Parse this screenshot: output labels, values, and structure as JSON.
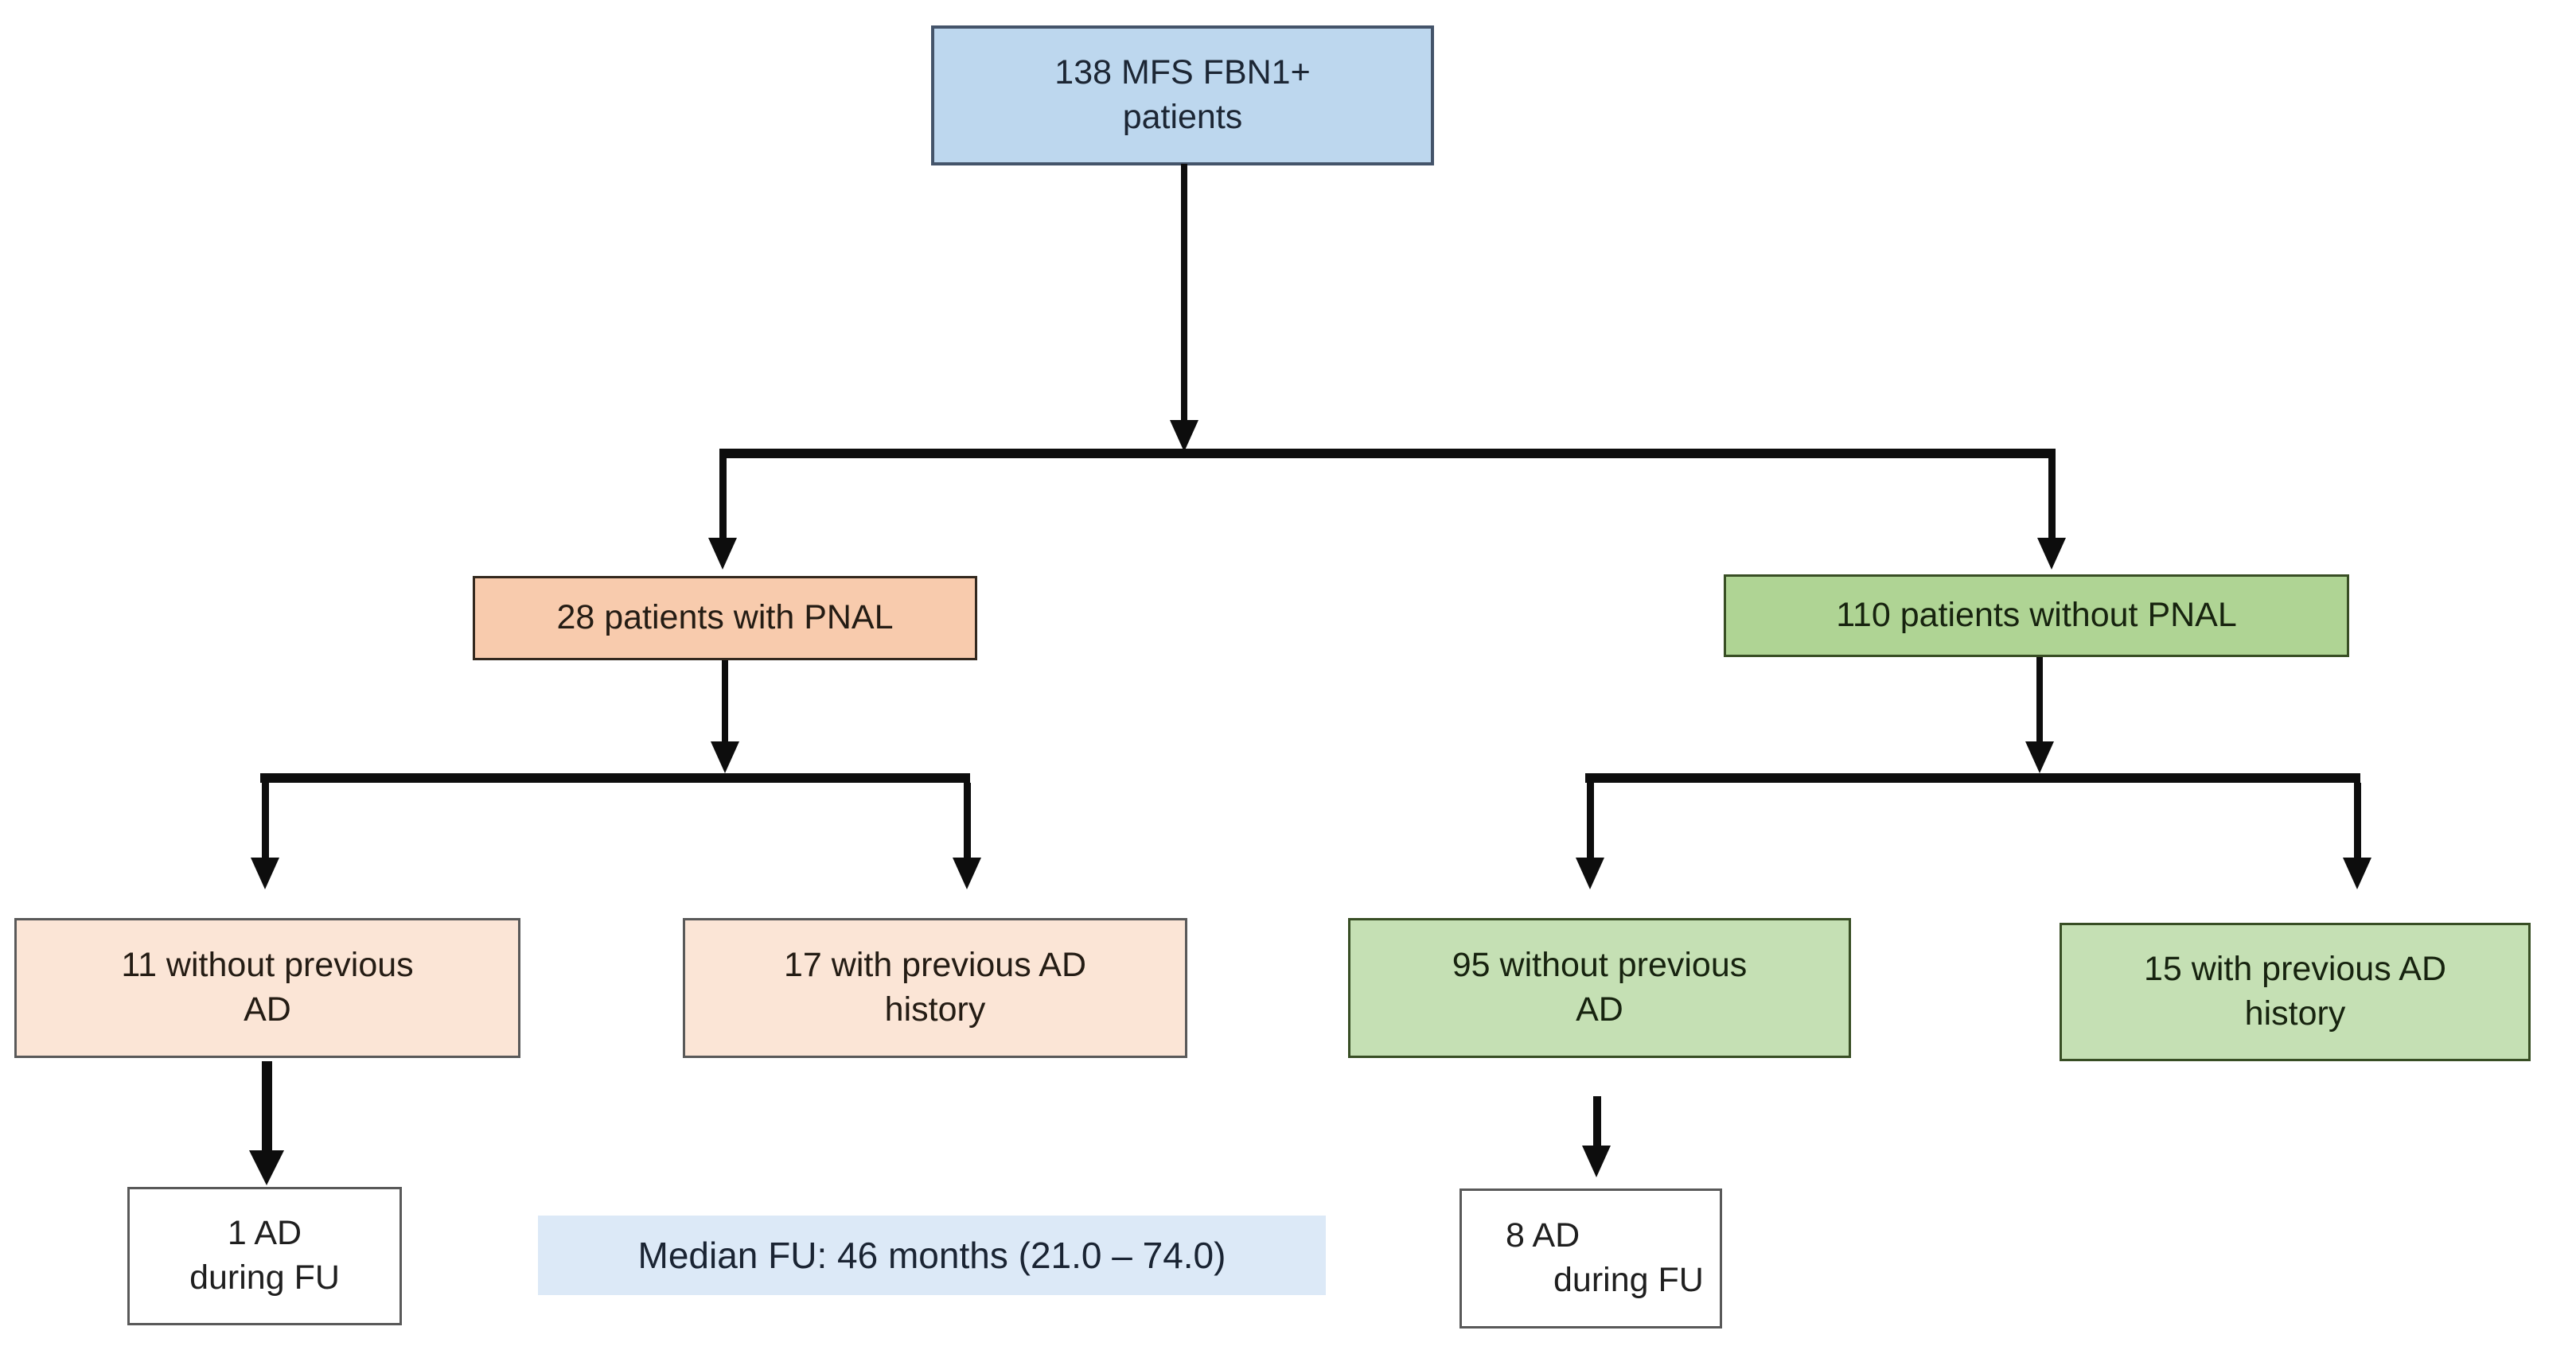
{
  "colors": {
    "root_fill": "#BDD7EE",
    "root_border": "#44546A",
    "pnal_fill": "#F8CBAD",
    "pnal_light_fill": "#FBE5D6",
    "no_pnal_fill": "#AFD494",
    "no_pnal_light_fill": "#C5E0B4",
    "outcome_fill": "#FFFFFF",
    "outcome_border": "#595959",
    "note_fill": "#DCE9F7",
    "connector": "#0D0D0D"
  },
  "flowchart": {
    "root": {
      "line1": "138 MFS FBN1+",
      "line2": "patients"
    },
    "pnal": {
      "label": "28 patients with PNAL"
    },
    "no_pnal": {
      "label": "110 patients without PNAL"
    },
    "pnal_no_ad": {
      "line1": "11 without previous",
      "line2": "AD"
    },
    "pnal_ad_history": {
      "line1": "17 with previous AD",
      "line2": "history"
    },
    "no_pnal_no_ad": {
      "line1": "95 without previous",
      "line2": "AD"
    },
    "no_pnal_ad_history": {
      "line1": "15 with previous AD",
      "line2": "history"
    },
    "pnal_fu_ad": {
      "line1": "1 AD",
      "line2": "during FU"
    },
    "no_pnal_fu_ad": {
      "line1": "8 AD",
      "line2": "during FU"
    },
    "median_note": {
      "label": "Median FU: 46 months (21.0 – 74.0)"
    }
  }
}
